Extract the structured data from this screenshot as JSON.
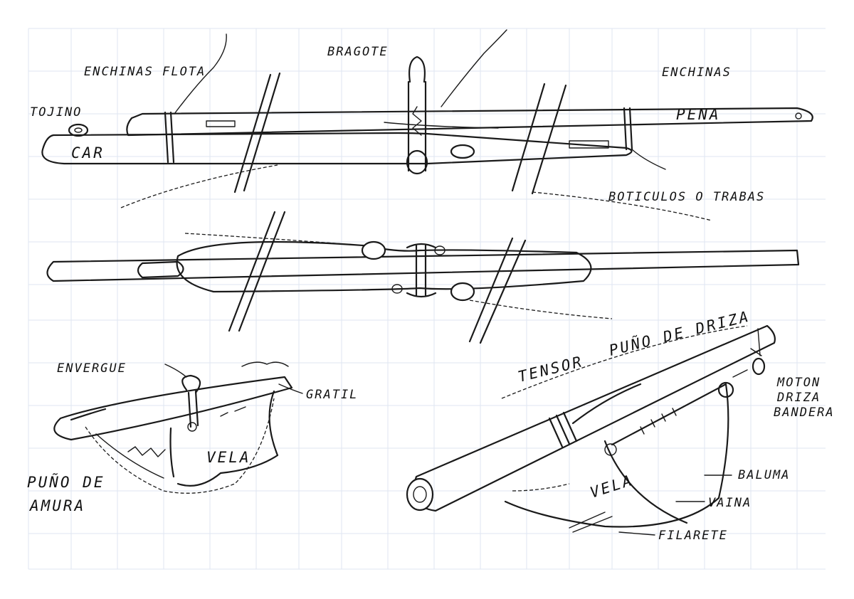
{
  "labels": {
    "enchinas_flota": "ENCHINAS FLOTA",
    "tojino": "TOJINO",
    "car": "CAR",
    "bragote": "BRAGOTE",
    "enchinas": "ENCHINAS",
    "pena": "PENA",
    "boticulos": "BOTICULOS O TRABAS",
    "envergue": "ENVERGUE",
    "gratil": "GRATIL",
    "puno_de": "PUÑO DE",
    "amura": "AMURA",
    "vela_left": "VELA",
    "tensor": "TENSOR",
    "puno_driza": "PUÑO DE DRIZA",
    "moton": "MOTON",
    "driza": "DRIZA",
    "bandera": "BANDERA",
    "baluma": "BALUMA",
    "vela_right": "VELA",
    "vaina": "VAINA",
    "filarete": "FILARETE"
  },
  "colors": {
    "ink": "#1a1a1a",
    "grid": "#dfe6f2",
    "paper": "#ffffff"
  }
}
